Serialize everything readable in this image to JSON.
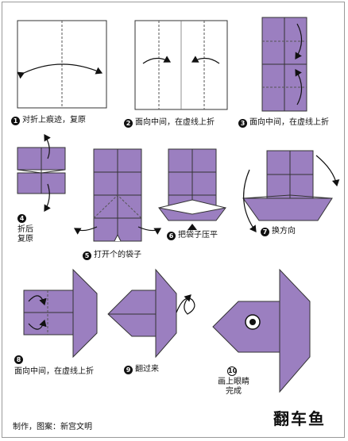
{
  "steps": [
    {
      "num": "1",
      "text": "对折上痕迹，复原"
    },
    {
      "num": "2",
      "text": "面向中间，在虚线上折"
    },
    {
      "num": "3",
      "text": "面向中间，在虚线上折"
    },
    {
      "num": "4",
      "text_lines": [
        "折后",
        "复原"
      ]
    },
    {
      "num": "5",
      "text": "打开个的袋子"
    },
    {
      "num": "6",
      "text": "把袋子压平"
    },
    {
      "num": "7",
      "text": "换方向"
    },
    {
      "num": "8",
      "text": "面向中间，在虚线上折"
    },
    {
      "num": "9",
      "text": "翻过来"
    },
    {
      "num": "10",
      "text_lines": [
        "画上眼睛",
        "完成"
      ]
    }
  ],
  "title": "翻车鱼",
  "credit": "制作，图案：新宫文明",
  "colors": {
    "paper": "#9b7fc0",
    "paper_dark": "#7d60a6",
    "outline": "#333333",
    "white_paper": "#ffffff"
  }
}
